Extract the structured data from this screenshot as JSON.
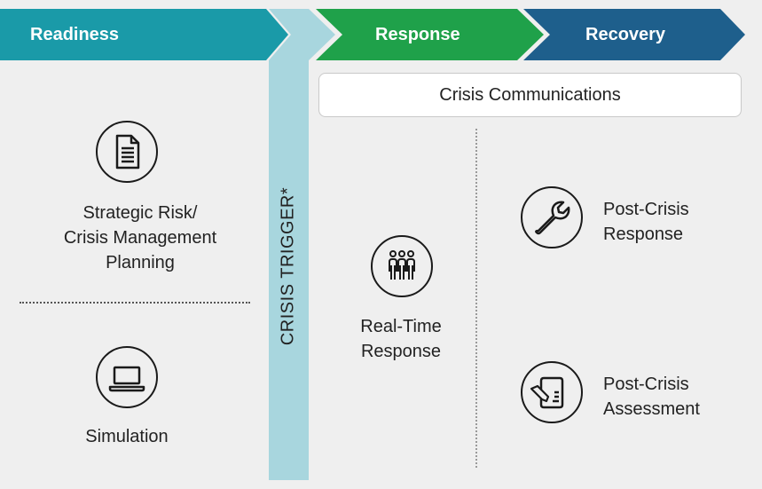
{
  "phases": {
    "readiness": "Readiness",
    "response": "Response",
    "recovery": "Recovery"
  },
  "trigger": {
    "label": "CRISIS TRIGGER*"
  },
  "communications": {
    "label": "Crisis Communications"
  },
  "readiness_items": {
    "planning": {
      "line1": "Strategic Risk/",
      "line2": "Crisis Management",
      "line3": "Planning",
      "icon": "document-icon"
    },
    "simulation": {
      "line1": "Simulation",
      "icon": "laptop-icon"
    }
  },
  "response_items": {
    "realtime": {
      "line1": "Real-Time",
      "line2": "Response",
      "icon": "team-icon"
    }
  },
  "recovery_items": {
    "post_response": {
      "line1": "Post-Crisis",
      "line2": "Response",
      "icon": "wrench-icon"
    },
    "post_assessment": {
      "line1": "Post-Crisis",
      "line2": "Assessment",
      "icon": "clipboard-edit-icon"
    }
  },
  "colors": {
    "readiness": "#1a9aa8",
    "trigger": "#a8d6de",
    "response": "#1fa14a",
    "recovery": "#1e5f8c",
    "background": "#efefef"
  }
}
